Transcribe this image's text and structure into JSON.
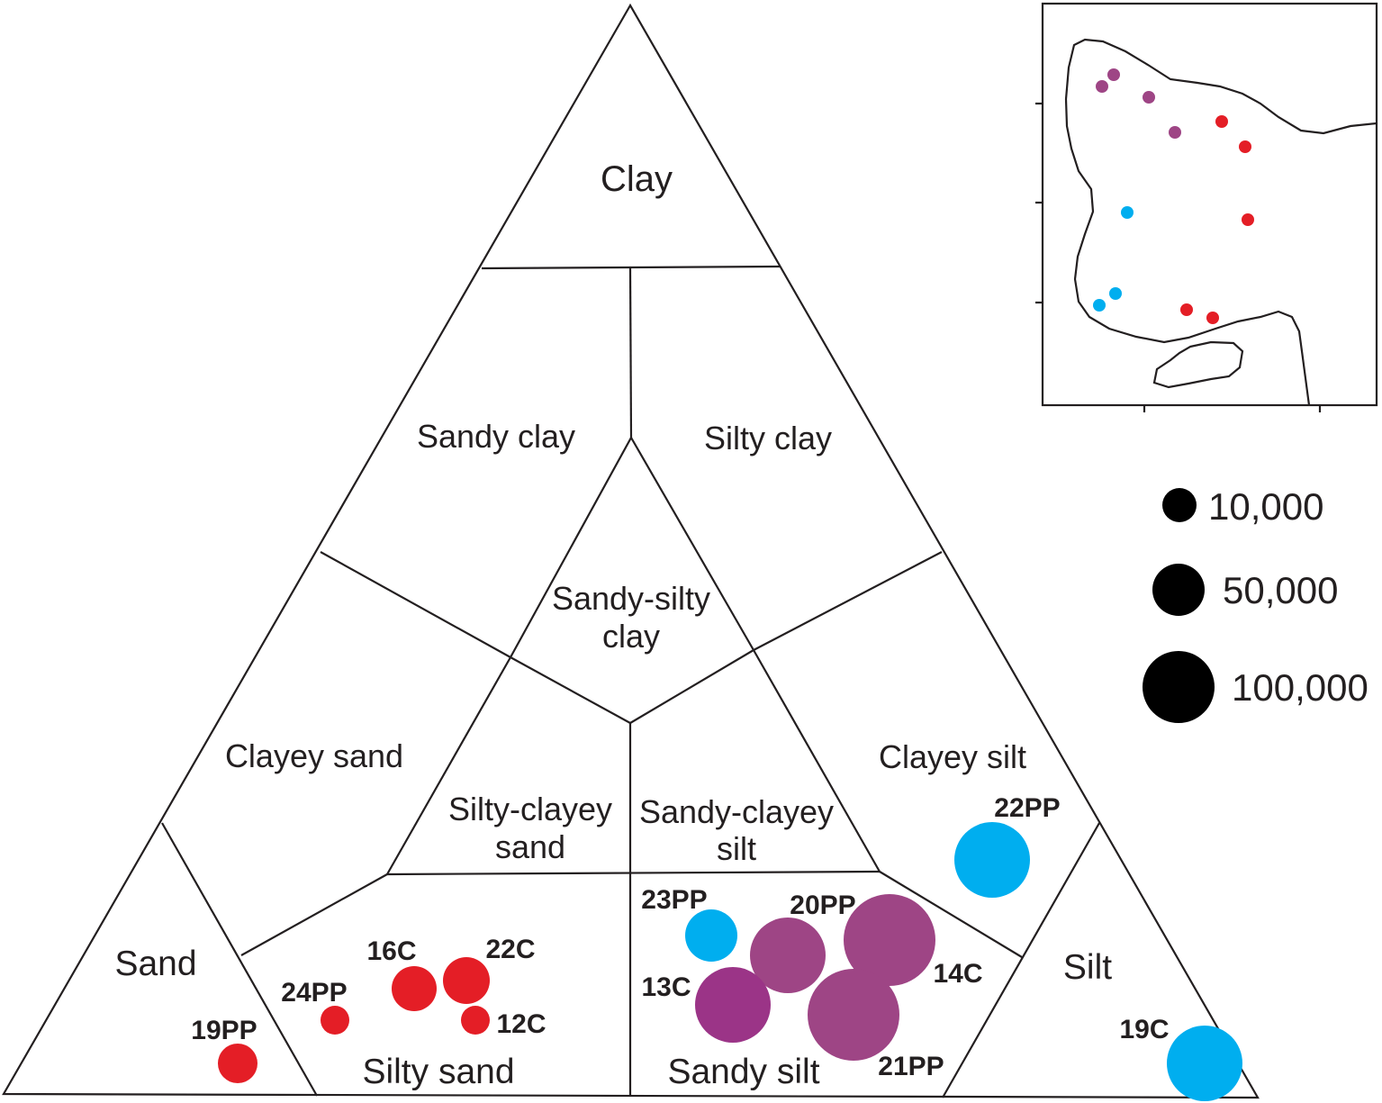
{
  "regions": {
    "clay": "Clay",
    "sandy_clay": "Sandy clay",
    "silty_clay": "Silty clay",
    "sandy_silty_clay_1": "Sandy-silty",
    "sandy_silty_clay_2": "clay",
    "clayey_sand": "Clayey sand",
    "silty_clayey_sand_1": "Silty-clayey",
    "silty_clayey_sand_2": "sand",
    "sandy_clayey_silt_1": "Sandy-clayey",
    "sandy_clayey_silt_2": "silt",
    "clayey_silt": "Clayey silt",
    "sand": "Sand",
    "silty_sand": "Silty sand",
    "sandy_silt": "Sandy silt",
    "silt": "Silt"
  },
  "samples": [
    {
      "id": "19PP",
      "group": "red",
      "region": "Sand"
    },
    {
      "id": "24PP",
      "group": "red",
      "region": "Silty sand"
    },
    {
      "id": "16C",
      "group": "red",
      "region": "Silty sand"
    },
    {
      "id": "22C",
      "group": "red",
      "region": "Silty sand"
    },
    {
      "id": "12C",
      "group": "red",
      "region": "Silty sand"
    },
    {
      "id": "23PP",
      "group": "blue",
      "region": "Sandy silt"
    },
    {
      "id": "20PP",
      "group": "purple",
      "region": "Sandy silt"
    },
    {
      "id": "13C",
      "group": "purple",
      "region": "Sandy silt"
    },
    {
      "id": "14C",
      "group": "purple",
      "region": "Sandy silt"
    },
    {
      "id": "21PP",
      "group": "purple",
      "region": "Sandy silt"
    },
    {
      "id": "22PP",
      "group": "blue",
      "region": "Clayey silt"
    },
    {
      "id": "19C",
      "group": "blue",
      "region": "Silt"
    }
  ],
  "legend": [
    {
      "value": "10,000"
    },
    {
      "value": "50,000"
    },
    {
      "value": "100,000"
    }
  ],
  "colors": {
    "red": "#e41e26",
    "blue": "#00aeef",
    "purple": "#9e4585",
    "purple_dark": "#9b3487",
    "legend": "#000000"
  },
  "inset_map": {
    "stations": [
      {
        "group": "purple"
      },
      {
        "group": "purple"
      },
      {
        "group": "purple"
      },
      {
        "group": "purple"
      },
      {
        "group": "red"
      },
      {
        "group": "red"
      },
      {
        "group": "red"
      },
      {
        "group": "red"
      },
      {
        "group": "red"
      },
      {
        "group": "blue"
      },
      {
        "group": "blue"
      },
      {
        "group": "blue"
      }
    ]
  }
}
